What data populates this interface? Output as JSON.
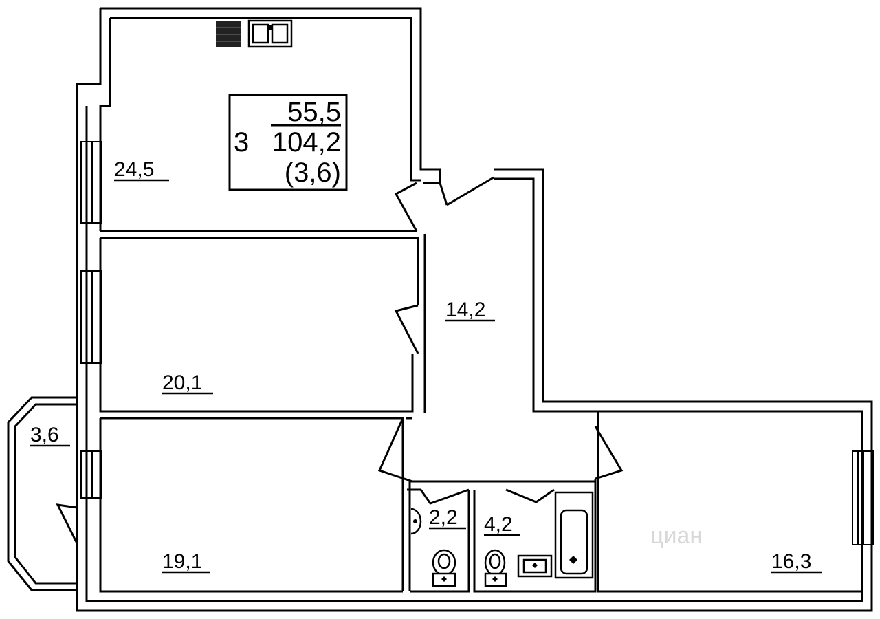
{
  "plan": {
    "summary": {
      "living_area": "55,5",
      "rooms": "3",
      "total_area": "104,2",
      "balcony_area": "(3,6)"
    },
    "rooms": {
      "kitchen": "24,5",
      "bedroom_middle": "20,1",
      "bedroom_bottom_left": "19,1",
      "hallway": "14,2",
      "bedroom_right": "16,3",
      "wc": "2,2",
      "bathroom": "4,2",
      "balcony": "3,6"
    },
    "watermark": "циан"
  }
}
